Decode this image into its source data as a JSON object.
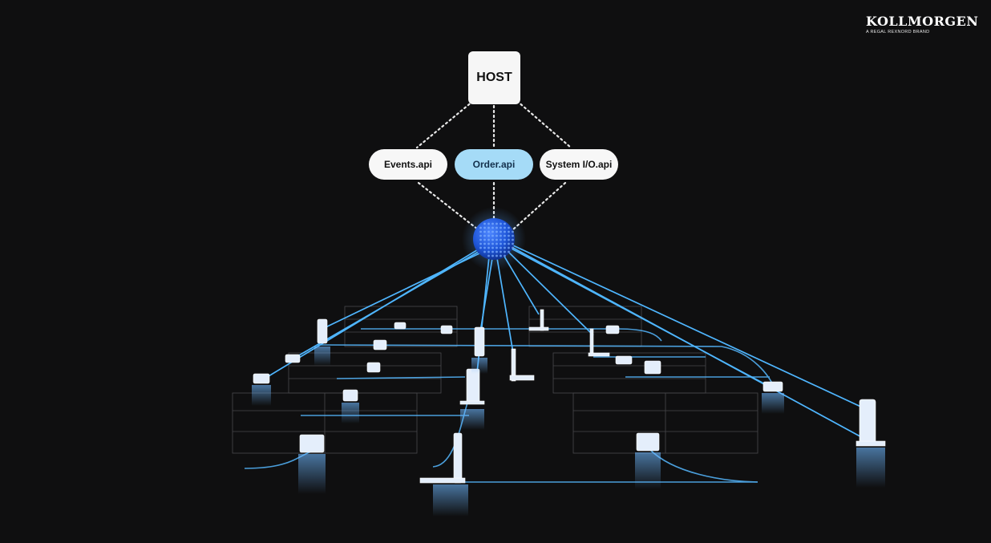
{
  "brand": {
    "name": "KOLLMORGEN",
    "tagline": "A REGAL REXNORD BRAND"
  },
  "diagram": {
    "host_label": "HOST",
    "apis": [
      {
        "label": "Events.api",
        "highlighted": false
      },
      {
        "label": "Order.api",
        "highlighted": true
      },
      {
        "label": "System I/O.api",
        "highlighted": false
      }
    ],
    "hub": {
      "name": "fleet-controller-globe"
    },
    "colors": {
      "background": "#0f0f10",
      "link": "#5fc0ff",
      "pill": "#f7f7f7",
      "pill_highlight": "#a5dbf7",
      "hub": "#1f56d8"
    }
  }
}
